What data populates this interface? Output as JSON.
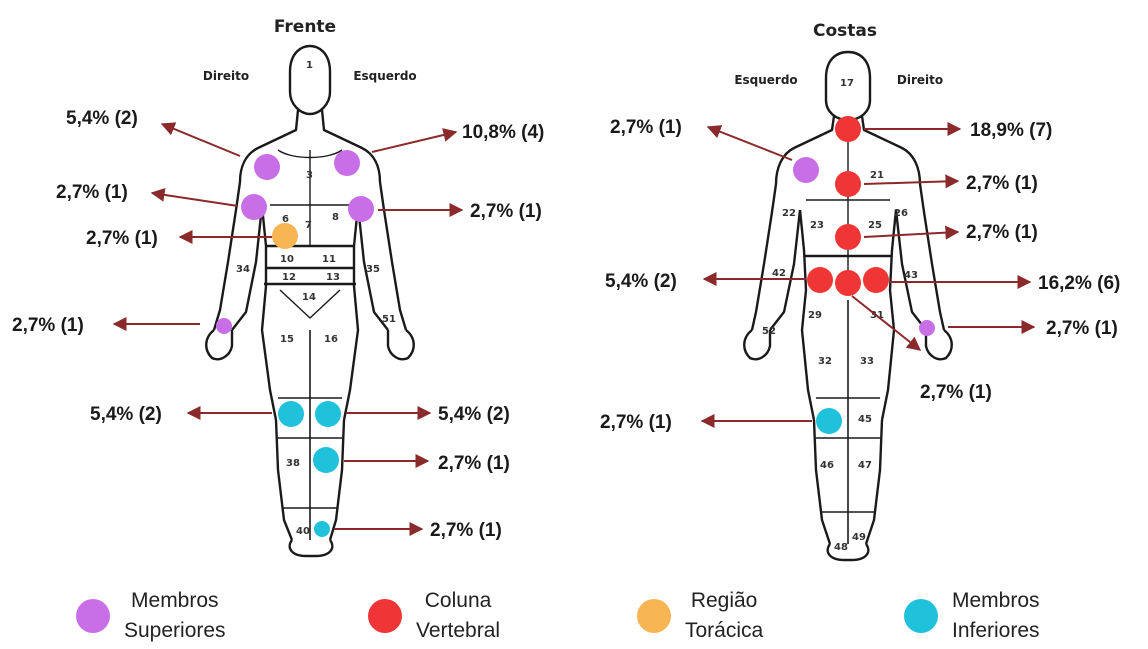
{
  "front": {
    "title": "Frente",
    "side_left": "Direito",
    "side_right": "Esquerdo"
  },
  "back": {
    "title": "Costas",
    "side_left": "Esquerdo",
    "side_right": "Direito"
  },
  "front_labels": {
    "left_shoulder": "5,4% (2)",
    "right_shoulder": "10,8% (4)",
    "left_arm": "2,7% (1)",
    "right_arm": "2,7% (1)",
    "chest": "2,7% (1)",
    "left_hand": "2,7% (1)",
    "left_knee": "5,4% (2)",
    "right_knee": "5,4% (2)",
    "right_shin": "2,7% (1)",
    "right_foot": "2,7% (1)"
  },
  "back_labels": {
    "left_shoulder": "2,7% (1)",
    "neck": "18,9% (7)",
    "upper_spine": "2,7% (1)",
    "mid_spine": "2,7% (1)",
    "lower_left": "5,4% (2)",
    "lower_right": "16,2% (6)",
    "right_hand": "2,7% (1)",
    "sacrum": "2,7% (1)",
    "knee": "2,7% (1)"
  },
  "legend": [
    {
      "line1": "Membros",
      "line2": "Superiores",
      "color": "#c86ee6"
    },
    {
      "line1": "Coluna",
      "line2": "Vertebral",
      "color": "#ef3535"
    },
    {
      "line1": "Região",
      "line2": "Torácica",
      "color": "#f7b553"
    },
    {
      "line1": "Membros",
      "line2": "Inferiores",
      "color": "#1fc1db"
    }
  ],
  "colors": {
    "arrow": "#8a2a2a",
    "outline": "#1a1a1a"
  }
}
